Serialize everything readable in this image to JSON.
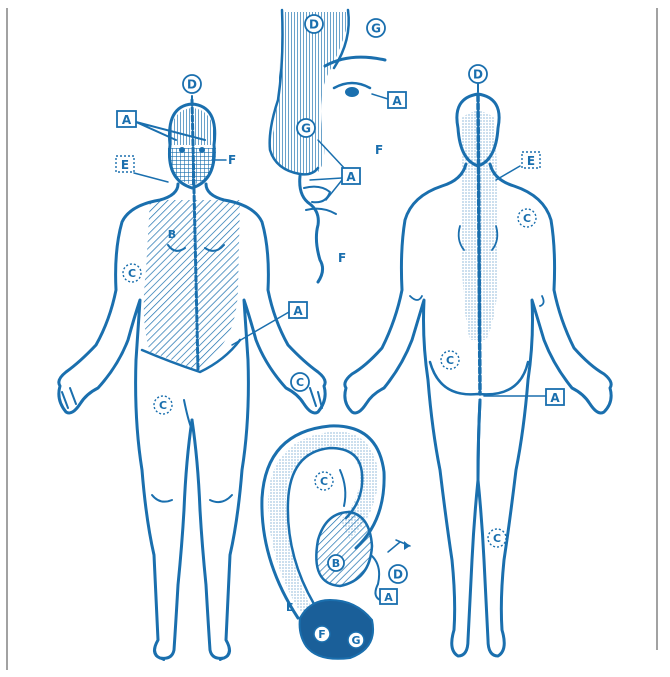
{
  "colors": {
    "ink": "#1a6fae",
    "background": "#ffffff"
  },
  "labels": {
    "A": "A",
    "B": "B",
    "C": "C",
    "D": "D",
    "E": "E",
    "F": "F",
    "G": "G"
  }
}
